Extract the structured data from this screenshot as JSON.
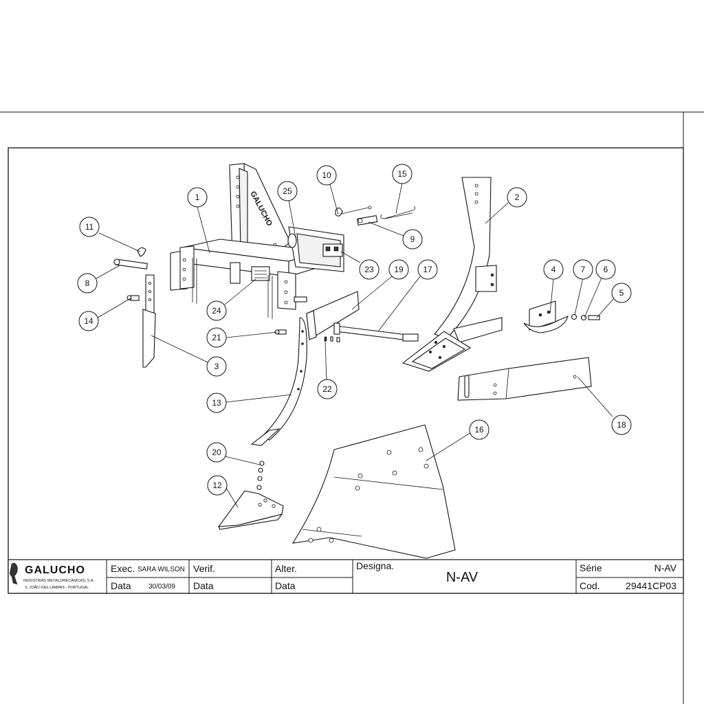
{
  "drawing": {
    "brand_text": "GALUCHO"
  },
  "callouts": [
    "1",
    "2",
    "3",
    "4",
    "5",
    "6",
    "7",
    "8",
    "9",
    "10",
    "11",
    "12",
    "13",
    "14",
    "15",
    "16",
    "17",
    "18",
    "19",
    "20",
    "21",
    "22",
    "23",
    "24",
    "25"
  ],
  "title_block": {
    "company": "GALUCHO",
    "company_line1": "INDÚSTRIAS METALOMECÂNICAS, S.A.",
    "company_line2": "S. JOÃO DAS LAMPAS - PORTUGAL",
    "exec_label": "Exec.",
    "exec_value": "SARA WILSON",
    "date_label": "Data",
    "date_value": "30/03/09",
    "verif_label": "Verif.",
    "verif_date_label": "Data",
    "alter_label": "Alter.",
    "alter_date_label": "Data",
    "designa_label": "Designa.",
    "designa_value": "N-AV",
    "serie_label": "Série",
    "serie_value": "N-AV",
    "cod_label": "Cod.",
    "cod_value": "29441CP03"
  }
}
